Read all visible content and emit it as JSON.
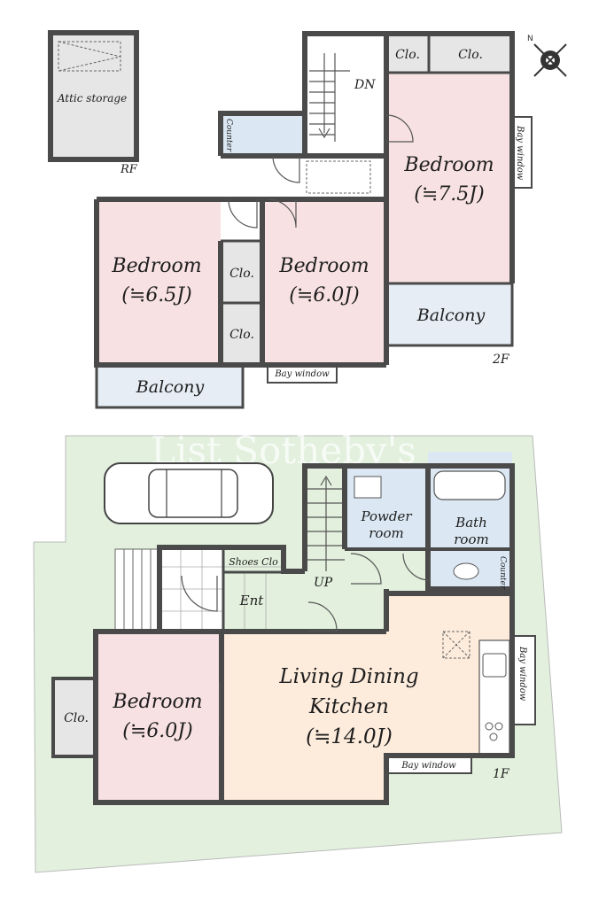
{
  "floors": {
    "roof": {
      "label": "RF",
      "attic": "Attic storage"
    },
    "second": {
      "label": "2F",
      "stairs": "DN",
      "closet_a": "Clo.",
      "closet_b": "Clo.",
      "closet_c": "Clo.",
      "closet_d": "Clo.",
      "counter": "Counter",
      "bay_window_right": "Bay window",
      "bay_window_bottom": "Bay window",
      "bedroom_right_name": "Bedroom",
      "bedroom_right_size": "(≒7.5J)",
      "bedroom_left_name": "Bedroom",
      "bedroom_left_size": "(≒6.5J)",
      "bedroom_mid_name": "Bedroom",
      "bedroom_mid_size": "(≒6.0J)",
      "balcony_right": "Balcony",
      "balcony_left": "Balcony"
    },
    "first": {
      "label": "1F",
      "stairs": "UP",
      "powder_room_1": "Powder",
      "powder_room_2": "room",
      "bath_room_1": "Bath",
      "bath_room_2": "room",
      "counter": "Counter",
      "shoes_closet": "Shoes Clo",
      "entrance": "Ent",
      "bedroom_name": "Bedroom",
      "bedroom_size": "(≒6.0J)",
      "closet": "Clo.",
      "ldk_line1": "Living Dining",
      "ldk_line2": "Kitchen",
      "ldk_size": "(≒14.0J)",
      "bay_window_side": "Bay window",
      "bay_window_bottom": "Bay window"
    }
  },
  "watermark": "List Sotheby's",
  "compass": "N",
  "colors": {
    "bedroom": "#f8e1e3",
    "living": "#fdecdc",
    "wet": "#dbe8f3",
    "balcony": "#e6edf5",
    "closet": "#e6e6e6",
    "site": "#e2f0dd",
    "wall": "#4a4a4a"
  }
}
